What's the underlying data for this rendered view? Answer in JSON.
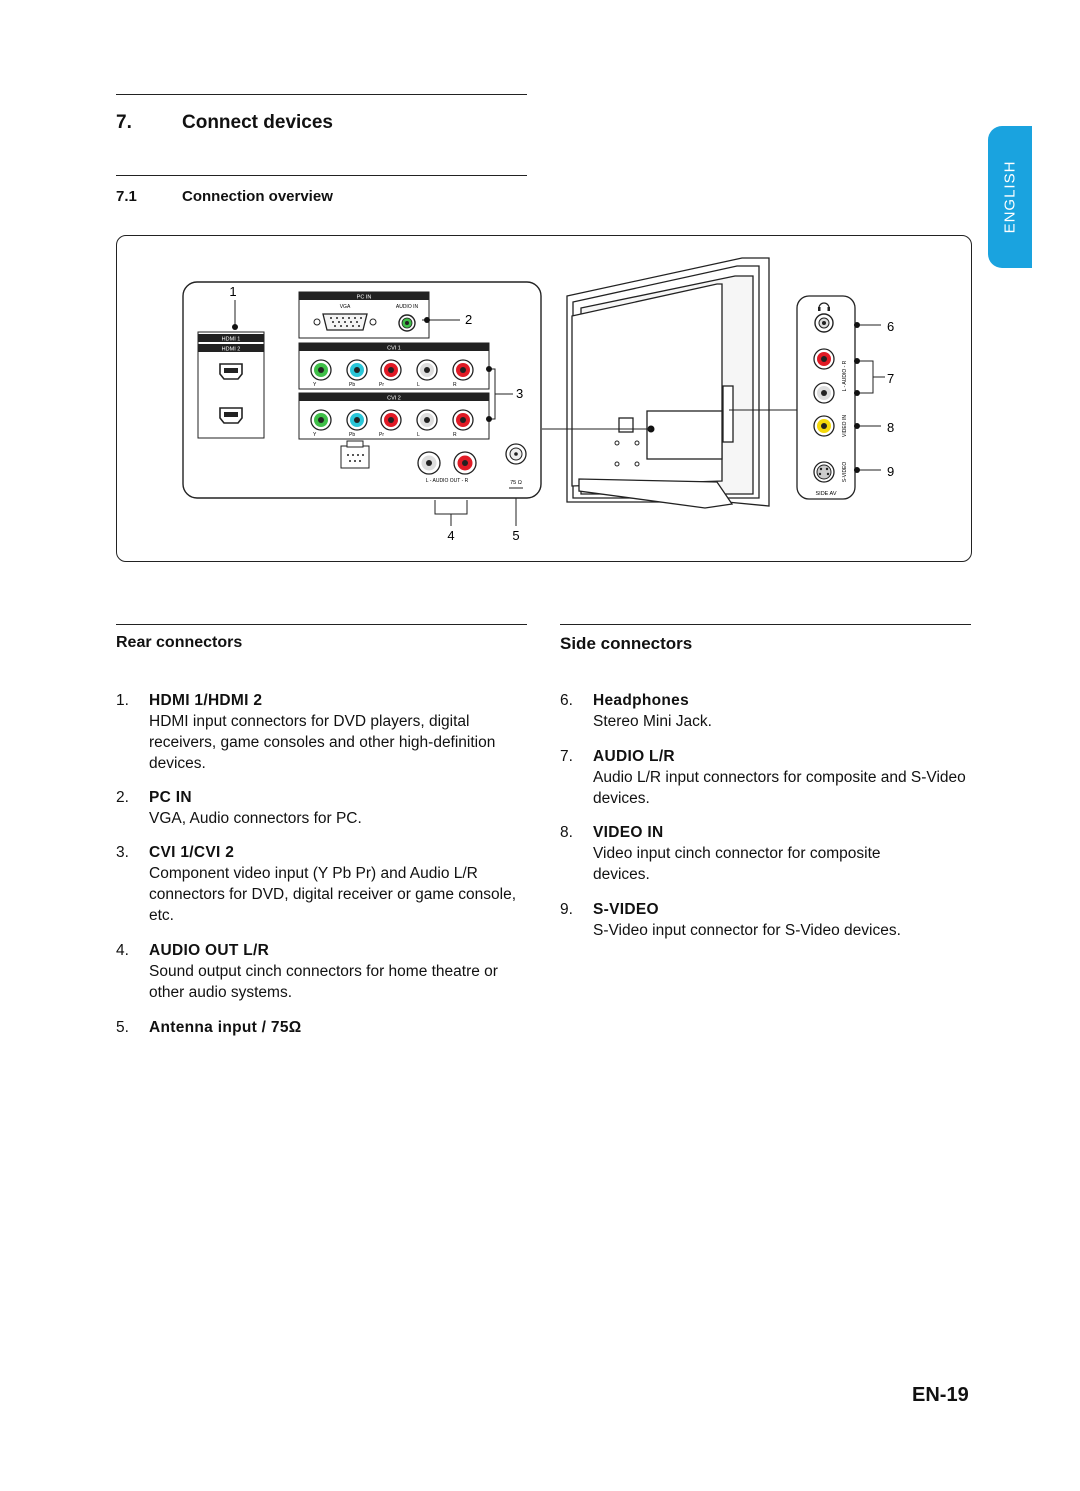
{
  "section": {
    "number": "7.",
    "title": "Connect devices"
  },
  "subsection": {
    "number": "7.1",
    "title": "Connection overview"
  },
  "language_tab": "ENGLISH",
  "diagram": {
    "callouts": [
      "1",
      "2",
      "3",
      "4",
      "5",
      "6",
      "7",
      "8",
      "9"
    ],
    "labels": {
      "pc_in": "PC IN",
      "vga": "VGA",
      "audio_in": "AUDIO IN",
      "hdmi1": "HDMI 1",
      "hdmi2": "HDMI 2",
      "cvi1": "CVI 1",
      "cvi2": "CVI 2",
      "y": "Y",
      "pb": "Pb",
      "pr": "Pr",
      "l": "L",
      "r": "R",
      "audio_out": "L - AUDIO OUT - R",
      "antenna": "75 Ω",
      "audio_lr": "L - AUDIO - R",
      "video_in": "VIDEO IN",
      "s_video": "S-VIDEO",
      "side_av": "SIDE AV"
    }
  },
  "rear": {
    "heading": "Rear connectors",
    "items": [
      {
        "num": "1.",
        "title": "HDMI 1/HDMI 2",
        "desc": "HDMI input connectors for DVD players, digital receivers, game consoles and other high-definition devices."
      },
      {
        "num": "2.",
        "title": "PC IN",
        "desc": "VGA, Audio connectors for PC."
      },
      {
        "num": "3.",
        "title": "CVI 1/CVI 2",
        "desc": "Component video input (Y Pb Pr) and Audio L/R connectors for DVD, digital receiver or game console, etc."
      },
      {
        "num": "4.",
        "title": "AUDIO OUT L/R",
        "desc": "Sound output cinch connectors for home theatre or other audio systems."
      },
      {
        "num": "5.",
        "title": "Antenna input / 75Ω",
        "desc": ""
      }
    ]
  },
  "side": {
    "heading": "Side connectors",
    "items": [
      {
        "num": "6.",
        "title": "Headphones",
        "desc": "Stereo Mini Jack."
      },
      {
        "num": "7.",
        "title": "AUDIO L/R",
        "desc": "Audio L/R input connectors for composite and S-Video devices."
      },
      {
        "num": "8.",
        "title": "VIDEO IN",
        "desc": "Video input cinch connector for composite devices."
      },
      {
        "num": "9.",
        "title": "S-VIDEO",
        "desc": "S-Video input connector for S-Video devices."
      }
    ]
  },
  "page_number": "EN-19"
}
